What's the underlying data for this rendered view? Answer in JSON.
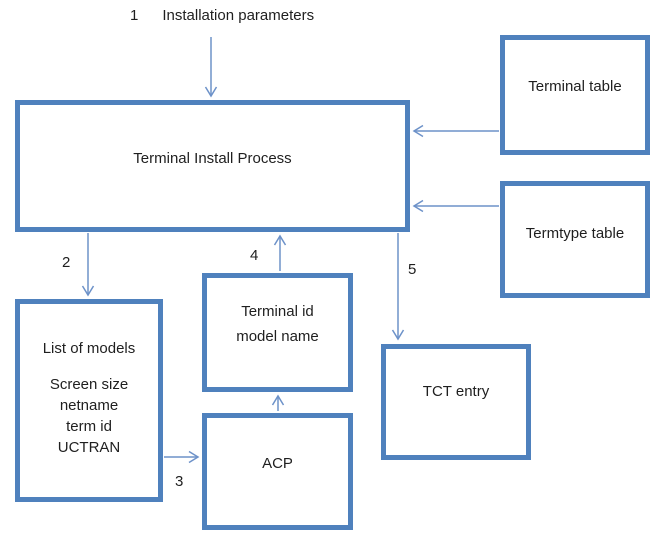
{
  "diagram": {
    "steps": {
      "s1": {
        "number": "1",
        "label": "Installation parameters"
      },
      "s2": {
        "number": "2"
      },
      "s3": {
        "number": "3"
      },
      "s4": {
        "number": "4"
      },
      "s5": {
        "number": "5"
      }
    },
    "boxes": {
      "terminal_install": {
        "label": "Terminal Install Process"
      },
      "terminal_table": {
        "label": "Terminal table"
      },
      "termtype_table": {
        "label": "Termtype table"
      },
      "list_of_models": {
        "title": "List of models",
        "items": [
          "Screen size",
          "netname",
          "term id",
          "UCTRAN"
        ]
      },
      "terminal_id": {
        "line1": "Terminal id",
        "line2": "model name"
      },
      "acp": {
        "label": "ACP"
      },
      "tct_entry": {
        "label": "TCT entry"
      }
    },
    "colors": {
      "box_border": "#4f81bd",
      "arrow": "#6d92c9",
      "text": "#1f1f1f",
      "background": "#ffffff"
    }
  }
}
